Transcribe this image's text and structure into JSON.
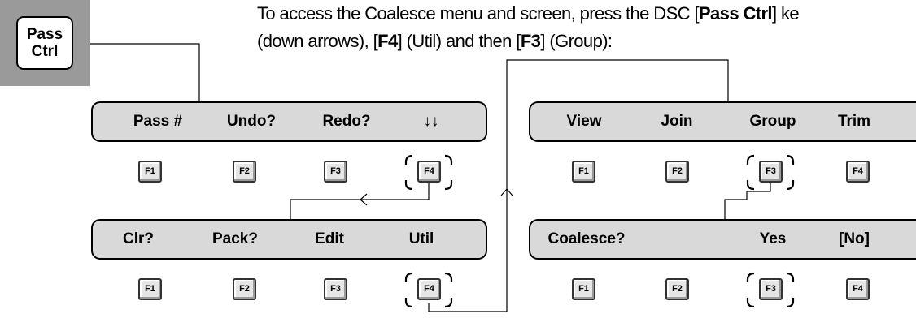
{
  "pass_ctrl_key": {
    "line1": "Pass",
    "line2": "Ctrl"
  },
  "instruction": {
    "line1_a": "To access the Coalesce menu and screen, press the DSC [",
    "line1_bold": "Pass Ctrl",
    "line1_b": "] ke",
    "line2_a": "(down arrows), [",
    "line2_bold1": "F4",
    "line2_b": "] (Util) and then [",
    "line2_bold2": "F3",
    "line2_c": "] (Group):"
  },
  "menus": {
    "pass_menu": {
      "labels": [
        "Pass #",
        "Undo?",
        "Redo?",
        "↓↓"
      ]
    },
    "util_menu": {
      "labels": [
        "Clr?",
        "Pack?",
        "Edit",
        "Util"
      ]
    },
    "view_menu": {
      "labels": [
        "View",
        "Join",
        "Group",
        "Trim"
      ]
    },
    "coalesce_menu": {
      "labels": [
        "Coalesce?",
        "Yes",
        "[No]"
      ]
    }
  },
  "fkeys": [
    "F1",
    "F2",
    "F3",
    "F4"
  ],
  "arrows": {
    "left": "<",
    "up": "^"
  }
}
